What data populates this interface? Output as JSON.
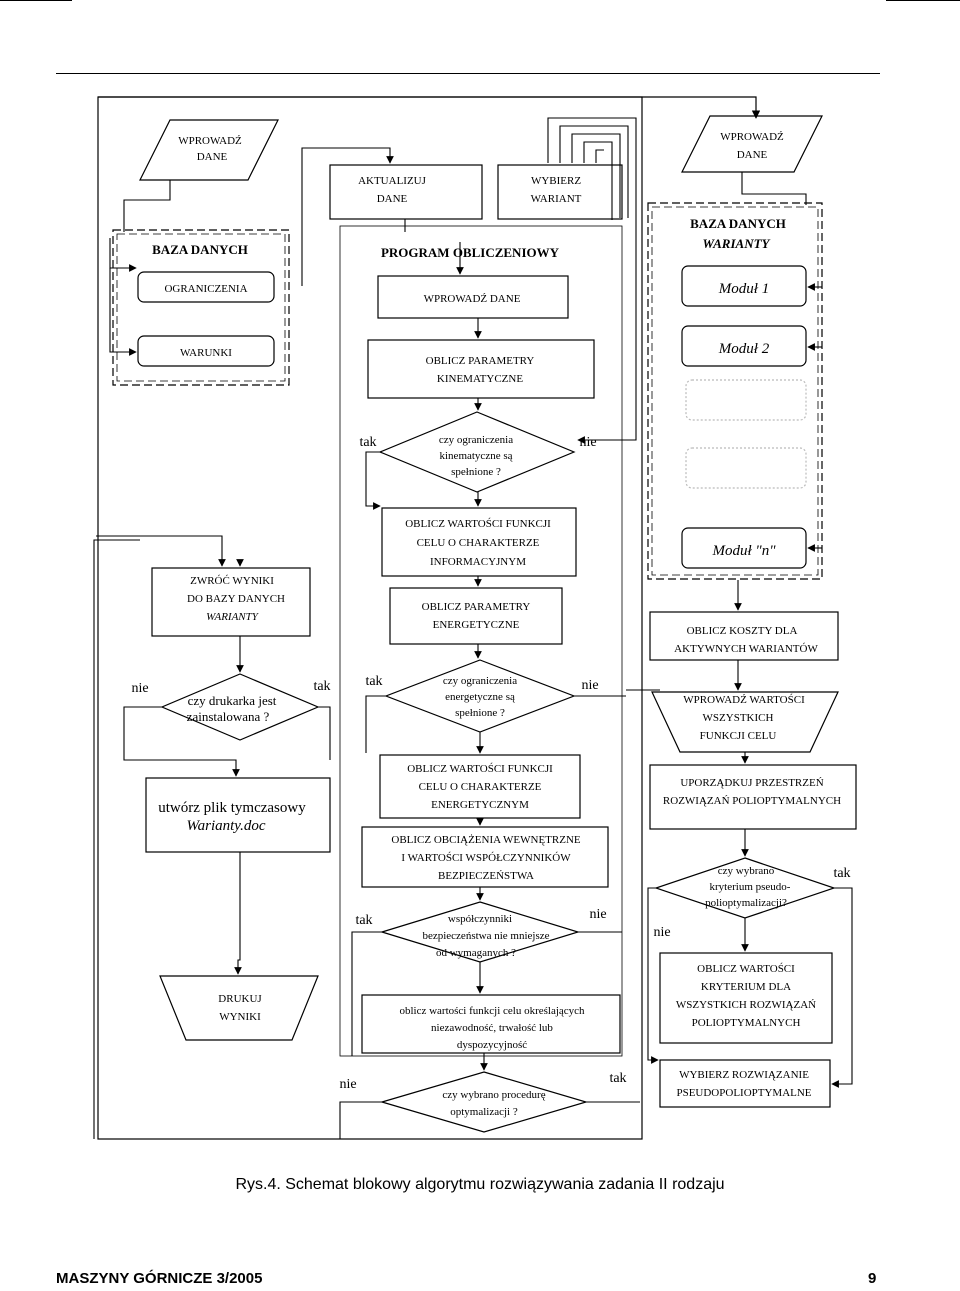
{
  "nodes": {
    "wprowadz_dane_left": [
      "WPROWADŹ",
      "DANE"
    ],
    "aktualizuj_dane": [
      "AKTUALIZUJ",
      "DANE"
    ],
    "wybierz_wariant": [
      "WYBIERZ",
      "WARIANT"
    ],
    "wprowadz_dane_right": [
      "WPROWADŹ",
      "DANE"
    ],
    "baza_danych_left": "BAZA DANYCH",
    "ograniczenia": "OGRANICZENIA",
    "warunki": "WARUNKI",
    "program_title": "PROGRAM OBLICZENIOWY",
    "wprowadz_dane_main": "WPROWADŹ DANE",
    "oblicz_kinematyczne": [
      "OBLICZ PARAMETRY",
      "KINEMATYCZNE"
    ],
    "decision_kinematyczne": [
      "czy ograniczenia",
      "kinematyczne są",
      "spełnione ?"
    ],
    "oblicz_informacyjny": [
      "OBLICZ WARTOŚCI FUNKCJI",
      "CELU O CHARAKTERZE",
      "INFORMACYJNYM"
    ],
    "oblicz_energetyczne": [
      "OBLICZ PARAMETRY",
      "ENERGETYCZNE"
    ],
    "decision_energetyczne": [
      "czy ograniczenia",
      "energetyczne są",
      "spełnione ?"
    ],
    "oblicz_energetycznym": [
      "OBLICZ WARTOŚCI FUNKCJI",
      "CELU O CHARAKTERZE",
      "ENERGETYCZNYM"
    ],
    "oblicz_obciazenia": [
      "OBLICZ OBCIĄŻENIA WEWNĘTRZNE",
      "I WARTOŚCI WSPÓŁCZYNNIKÓW",
      "BEZPIECZEŃSTWA"
    ],
    "decision_wspolczynniki": [
      "współczynniki",
      "bezpieczeństwa nie mniejsze",
      "od wymaganych ?"
    ],
    "oblicz_niezawodnosc": [
      "oblicz wartości funkcji celu określających",
      "niezawodność, trwałość lub",
      "dyspozycyjność"
    ],
    "decision_procedure": [
      "czy wybrano procedurę",
      "optymalizacji ?"
    ],
    "zwroc_wyniki": [
      "ZWRÓĆ WYNIKI",
      "DO BAZY DANYCH",
      "WARIANTY"
    ],
    "decision_drukarka": [
      "czy drukarka jest",
      "zainstalowana ?"
    ],
    "utworz_plik": [
      "utwórz plik tymczasowy",
      "Warianty.doc"
    ],
    "drukuj_wyniki": [
      "DRUKUJ",
      "WYNIKI"
    ],
    "baza_danych_right": [
      "BAZA DANYCH",
      "WARIANTY"
    ],
    "modul_1": "Moduł 1",
    "modul_2": "Moduł 2",
    "modul_n": "Moduł \"n\"",
    "oblicz_koszty": [
      "OBLICZ KOSZTY DLA",
      "AKTYWNYCH WARIANTÓW"
    ],
    "wprowadz_wartosci": [
      "WPROWADŹ WARTOŚCI",
      "WSZYSTKICH",
      "FUNKCJI CELU"
    ],
    "uporzadkuj": [
      "UPORZĄDKUJ PRZESTRZEŃ",
      "ROZWIĄZAŃ POLIOPTYMALNYCH"
    ],
    "decision_kryterium": [
      "czy wybrano",
      "kryterium pseudo-",
      "polioptymalizacji?"
    ],
    "oblicz_kryterium": [
      "OBLICZ WARTOŚCI",
      "KRYTERIUM DLA",
      "WSZYSTKICH ROZWIĄZAŃ",
      "POLIOPTYMALNYCH"
    ],
    "wybierz_rozwiazanie": [
      "WYBIERZ ROZWIĄZANIE",
      "PSEUDOPOLIOPTYMALNE"
    ]
  },
  "labels": {
    "tak": "tak",
    "nie": "nie"
  },
  "caption": "Rys.4. Schemat blokowy algorytmu rozwiązywania zadania II rodzaju",
  "footer": {
    "journal": "MASZYNY GÓRNICZE 3/2005",
    "page": "9"
  }
}
